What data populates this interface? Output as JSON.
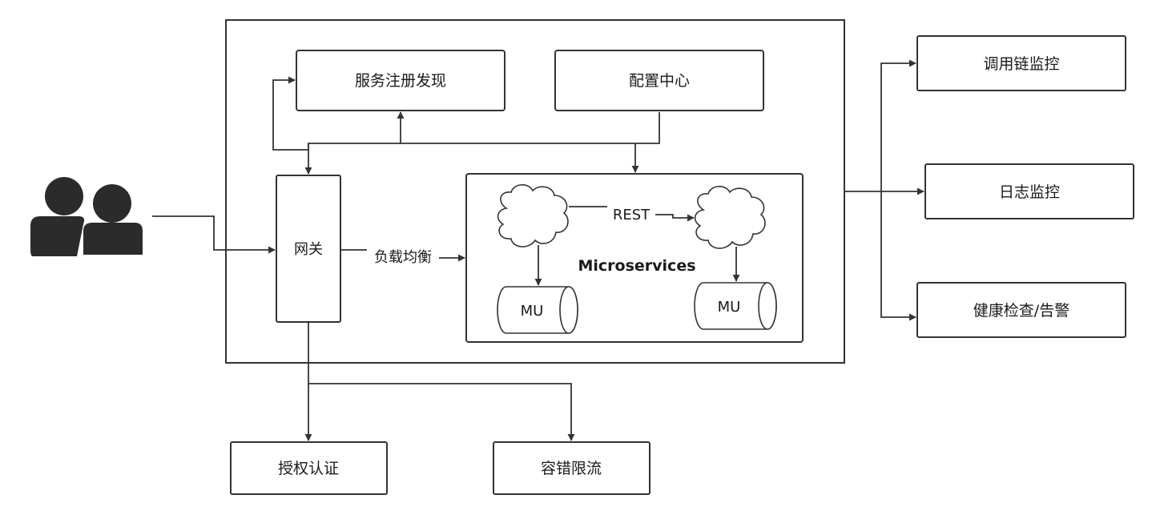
{
  "nodes": {
    "service_registry": "服务注册发现",
    "config_center": "配置中心",
    "gateway": "网关",
    "microservices": "Microservices",
    "mu_left": "MU",
    "mu_right": "MU",
    "auth": "授权认证",
    "fault_tolerance": "容错限流",
    "trace_monitoring": "调用链监控",
    "log_monitoring": "日志监控",
    "health_check": "健康检查/告警"
  },
  "edges": {
    "rest": "REST",
    "load_balance": "负载均衡"
  },
  "icons": {
    "users": "users-icon",
    "service": "cloud-icon",
    "database": "cylinder-icon"
  },
  "colors": {
    "stroke": "#333333",
    "icon": "#2b2b2b"
  }
}
